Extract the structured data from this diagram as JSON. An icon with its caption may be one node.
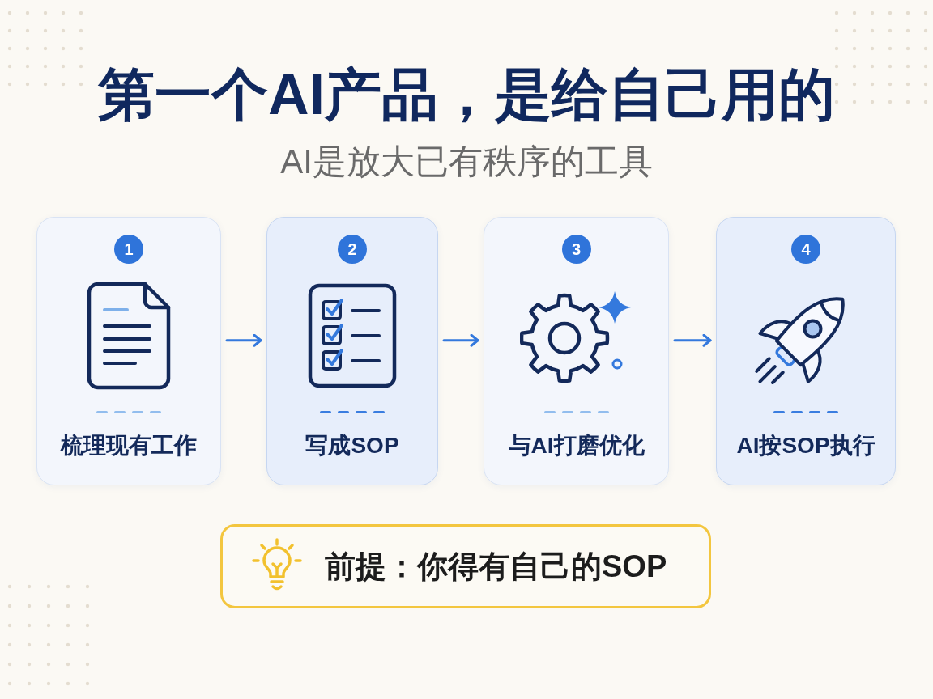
{
  "diagram": {
    "title": "第一个AI产品，是给自己用的",
    "nodes": [
      {
        "text": [
          "1",
          "梳理现有工作"
        ]
      },
      {
        "text": [
          "2",
          "写成SOP"
        ]
      },
      {
        "text": [
          "3",
          "与AI打磨优化"
        ]
      },
      {
        "text": [
          "4",
          "AI按SOP执行"
        ]
      },
      {
        "text": [
          "前提：你得有自己的SOP"
        ]
      }
    ],
    "edges": [
      {
        "from": 0,
        "to": 1,
        "arrow": "to"
      },
      {
        "from": 1,
        "to": 2,
        "arrow": "to"
      },
      {
        "from": 2,
        "to": 3,
        "arrow": "to"
      }
    ],
    "labels": [
      "AI是放大已有秩序的工具"
    ]
  }
}
